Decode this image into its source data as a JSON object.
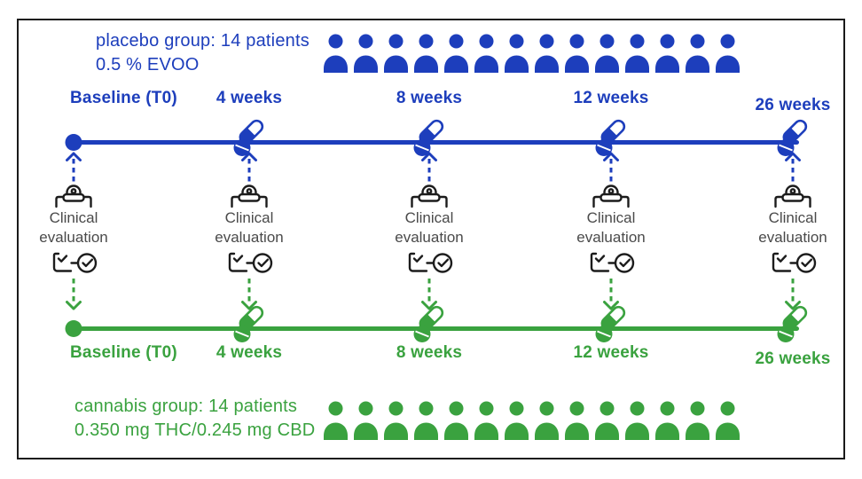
{
  "groups": {
    "placebo": {
      "line1": "placebo group: 14 patients",
      "line2": "0.5 % EVOO",
      "patients": 14
    },
    "cannabis": {
      "line1": "cannabis group: 14 patients",
      "line2": "0.350 mg THC/0.245 mg CBD",
      "patients": 14
    }
  },
  "timepoints": [
    {
      "label": "Baseline (T0)",
      "marker": "dot"
    },
    {
      "label": "4 weeks",
      "marker": "pills"
    },
    {
      "label": "8 weeks",
      "marker": "pills"
    },
    {
      "label": "12 weeks",
      "marker": "pills"
    },
    {
      "label": "26 weeks",
      "marker": "pills"
    }
  ],
  "evaluation": {
    "line1": "Clinical",
    "line2": "evaluation"
  },
  "colors": {
    "placebo_blue": "#1d3ebc",
    "cannabis_green": "#3aa23f",
    "icon_ink": "#1c1c1c",
    "eval_text": "#4a4a4a"
  }
}
